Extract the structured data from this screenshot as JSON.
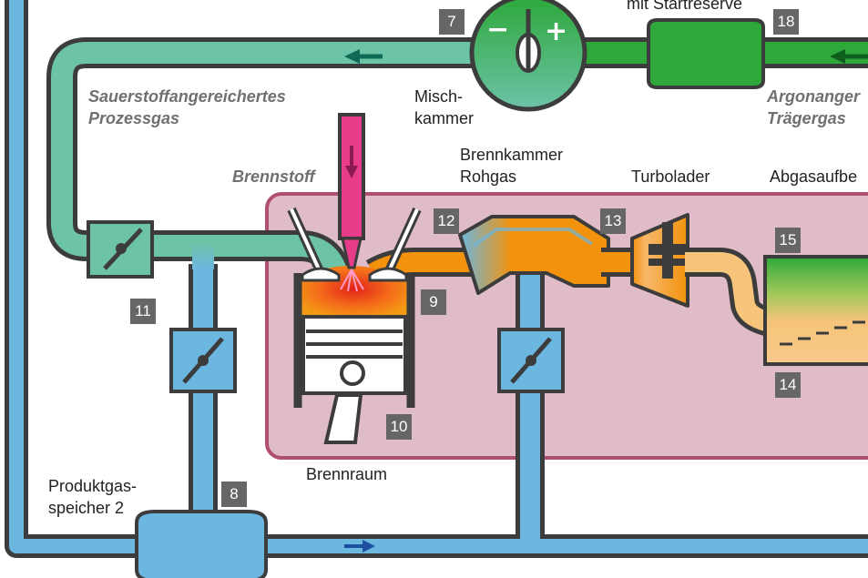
{
  "labels": {
    "startreserve": "mit Startreserve",
    "mischkammer_1": "Misch-",
    "mischkammer_2": "kammer",
    "process_gas_1": "Sauerstoffangereichertes",
    "process_gas_2": "Prozessgas",
    "argon_1": "Argonanger",
    "argon_2": "Trägergas",
    "brennkammer_1": "Brennkammer",
    "brennkammer_2": "Rohgas",
    "turbolader": "Turbolader",
    "abgas": "Abgasaufbe",
    "brennstoff": "Brennstoff",
    "brennraum": "Brennraum",
    "produktgas_1": "Produktgas-",
    "produktgas_2": "speicher 2"
  },
  "numbers": {
    "n7": "7",
    "n18": "18",
    "n12": "12",
    "n13": "13",
    "n15": "15",
    "n11": "11",
    "n9": "9",
    "n14": "14",
    "n10": "10",
    "n8": "8"
  },
  "mixer_symbols": {
    "minus": "−",
    "plus": "+"
  },
  "colors": {
    "pipe_blue": "#6cb7e0",
    "pipe_teal": "#6cc3a6",
    "pipe_green": "#2ea83a",
    "exhaust_orange": "#f3920c",
    "fuel_magenta": "#e63c8a",
    "engine_box": "#dfbcc8",
    "engine_border": "#b04f73",
    "outline": "#3c3c3c"
  }
}
